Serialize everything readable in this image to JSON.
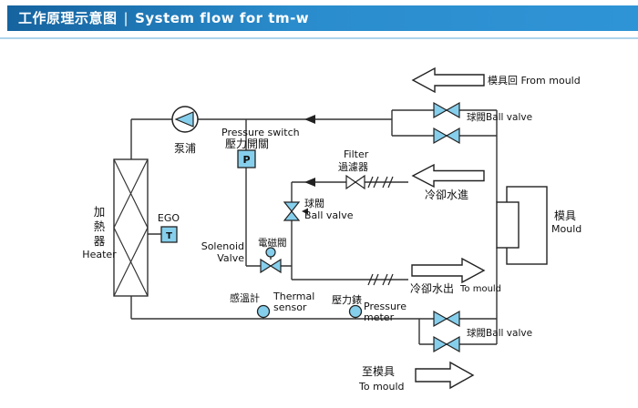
{
  "header": {
    "title_zh": "工作原理示意图",
    "divider": "|",
    "title_en": "System flow for tm-w"
  },
  "diagram": {
    "pump": {
      "label": "泵浦"
    },
    "pressure_switch": {
      "en": "Pressure switch",
      "zh": "壓力開關",
      "symbol": "P"
    },
    "filter": {
      "en": "Filter",
      "zh": "過濾器"
    },
    "cooling_in": {
      "label": "冷卻水進"
    },
    "heater": {
      "zh": [
        "加",
        "熱",
        "器"
      ],
      "en": "Heater"
    },
    "ego": {
      "label": "EGO",
      "symbol": "T"
    },
    "ball_valve_mid": {
      "zh": "球閥",
      "en": "Ball valve"
    },
    "solenoid": {
      "en1": "Solenoid",
      "en2": "Valve",
      "zh": "電磁閥"
    },
    "thermal": {
      "zh": "感溫計",
      "en1": "Thermal",
      "en2": "sensor"
    },
    "pressure_meter": {
      "zh": "壓力錶",
      "en1": "Pressure",
      "en2": "meter"
    },
    "cooling_out": {
      "zh": "冷卻水出",
      "en": "To mould"
    },
    "from_mould": {
      "label": "模具回 From mould"
    },
    "ball_valve_top": {
      "label": "球閥Ball valve"
    },
    "ball_valve_bottom": {
      "label": "球閥Ball valve"
    },
    "mould": {
      "zh": "模具",
      "en": "Mould"
    },
    "to_mould": {
      "zh": "至模具",
      "en": "To mould"
    }
  },
  "colors": {
    "header_gradient_start": "#15639f",
    "header_gradient_end": "#2f94d6",
    "header_underline": "#aed4ec",
    "valve_fill": "#86cfec",
    "line": "#333333"
  }
}
